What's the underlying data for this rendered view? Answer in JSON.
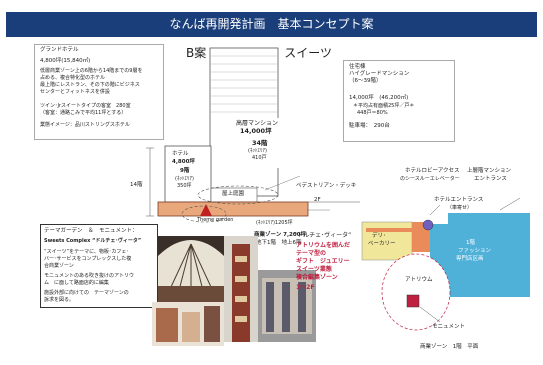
{
  "colors": {
    "title_bg": "#1a3e7a",
    "building": "#e8a87c",
    "plan_blue": "#4fb0d8",
    "plan_orange": "#ea8c5a",
    "plan_yellow": "#f1e79a"
  },
  "header": {
    "title": "なんば再開発計画　基本コンセプト案",
    "subtitle": "B案　テーマ　：　スイーツ"
  },
  "grand_hotel": {
    "title": "グランドホテル",
    "area": "4,800坪(15,840㎡)",
    "lines": [
      "低層商業ゾーン上の6階から14階までの9層を",
      "占める、複合特化型のホテル",
      "最上階にレストラン、その下の階にビジネス",
      "センターとフィットネスを併設"
    ],
    "room_lines": [
      "ツイン･Jrスイートタイプの客室　280室",
      "（客室：通路こみで平均11坪とする）"
    ],
    "image_line": "業態イメージ：品川ストリングスホテル"
  },
  "residential": {
    "title": "住宅棟",
    "subtitle": "ハイグレードマンション",
    "floors": "（6～39階）",
    "area": "14,000坪　(46,200㎡)",
    "notes": [
      "＊平均占有面積25坪／戸＊",
      "448戸＝80%"
    ],
    "parking": "駐車場：　290台"
  },
  "tower": {
    "label": "高層マンション",
    "area": "14,000坪",
    "floors": "34階",
    "net": "(ﾈｯﾄｴﾘｱ)",
    "units": "410戸"
  },
  "hotel_block": {
    "label": "ホテル",
    "area": "4,800坪",
    "floors": "9階",
    "net": "(ﾈｯﾄｴﾘｱ)",
    "rooms": "350坪"
  },
  "roof_garden": "屋上庭園",
  "theme_garden": "Theme garden",
  "commercial": {
    "net": "(ﾈｯﾄｴﾘｱ)1205坪",
    "area": "商業ゾーン  7,200坪",
    "floors": "地下1階　地上6階"
  },
  "height_label": "14階",
  "deck_label": "ペデストリアン・デッキ",
  "floor2_label": "2F",
  "theme_box": {
    "title": "テーマガーデン　＆　モニュメント：",
    "subtitle": "Sweets Complex “ドルチェ･ヴィータ”",
    "lines": [
      "“スイーツ”をテーマに、物販･カフェ･",
      "バー･サービスをコンプレックスした複",
      "合商業ゾーン",
      "モニュメントのある吹き抜けのアトリウ",
      "ム　に面して路面店的に編集",
      "施設外部に向けての　テーマゾーンの",
      "訴求を図る。"
    ]
  },
  "dolce": {
    "title": "“ドルチェ･ヴィータ”",
    "lines": [
      "アトリウムを囲んだ",
      "テーマ型の",
      "ギフト　ジュエリー",
      "スイーツ業態",
      "複合編集ゾーン",
      "1～2F"
    ]
  },
  "plan": {
    "lobby_access": "ホテルロビーアクセス",
    "lobby_access2": "のシースルーエレベーター",
    "hotel_entrance": "ホテルエントランス",
    "hotel_entrance2": "（車寄せ）",
    "mansion_entrance": "上層階マンション",
    "mansion_entrance2": "エントランス",
    "deli": "デリ･",
    "deli2": "ベーカリー",
    "fashion": "1階",
    "fashion2": "ファッション",
    "fashion3": "専門店区画",
    "atrium": "アトリウム",
    "monument": "モニュメント",
    "caption": "商業ゾーン　1階　平面"
  }
}
